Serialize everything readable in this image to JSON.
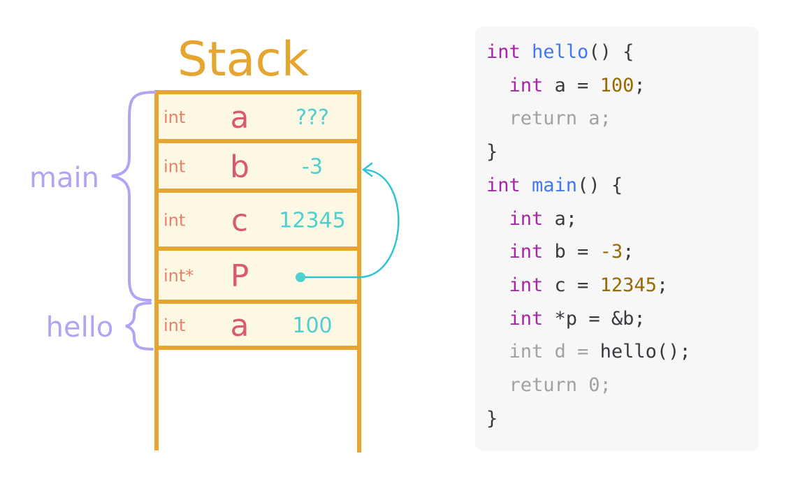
{
  "title": "Stack",
  "colors": {
    "stack": "#e6a52e",
    "cell": "#fcf8e3",
    "type": "#e8806a",
    "name": "#d9596e",
    "value": "#4fcfcf",
    "brace": "#b3a3f5",
    "arrow": "#2ec4d6"
  },
  "stack_rows": [
    {
      "type": "int",
      "name": "a",
      "value": "???"
    },
    {
      "type": "int",
      "name": "b",
      "value": "-3"
    },
    {
      "type": "int",
      "name": "c",
      "value": "12345"
    },
    {
      "type": "int*",
      "name": "P",
      "value": ""
    },
    {
      "type": "int",
      "name": "a",
      "value": "100"
    }
  ],
  "frames": {
    "main": "main",
    "hello": "hello"
  },
  "code_lines": [
    [
      {
        "t": "int ",
        "c": "kw"
      },
      {
        "t": "hello",
        "c": "fn"
      },
      {
        "t": "() {",
        "c": "tx"
      }
    ],
    [
      {
        "t": "  ",
        "c": "tx"
      },
      {
        "t": "int ",
        "c": "kw"
      },
      {
        "t": "a = ",
        "c": "tx"
      },
      {
        "t": "100",
        "c": "num"
      },
      {
        "t": ";",
        "c": "tx"
      }
    ],
    [
      {
        "t": "  return a;",
        "c": "dim"
      }
    ],
    [
      {
        "t": "}",
        "c": "tx"
      }
    ],
    [
      {
        "t": "int ",
        "c": "kw"
      },
      {
        "t": "main",
        "c": "fn"
      },
      {
        "t": "() {",
        "c": "tx"
      }
    ],
    [
      {
        "t": "  ",
        "c": "tx"
      },
      {
        "t": "int ",
        "c": "kw"
      },
      {
        "t": "a;",
        "c": "tx"
      }
    ],
    [
      {
        "t": "  ",
        "c": "tx"
      },
      {
        "t": "int ",
        "c": "kw"
      },
      {
        "t": "b = ",
        "c": "tx"
      },
      {
        "t": "-3",
        "c": "num"
      },
      {
        "t": ";",
        "c": "tx"
      }
    ],
    [
      {
        "t": "  ",
        "c": "tx"
      },
      {
        "t": "int ",
        "c": "kw"
      },
      {
        "t": "c = ",
        "c": "tx"
      },
      {
        "t": "12345",
        "c": "num"
      },
      {
        "t": ";",
        "c": "tx"
      }
    ],
    [
      {
        "t": "  ",
        "c": "tx"
      },
      {
        "t": "int ",
        "c": "kw"
      },
      {
        "t": "*p = &b;",
        "c": "tx"
      }
    ],
    [
      {
        "t": "  int d = ",
        "c": "dim"
      },
      {
        "t": "hello();",
        "c": "tx"
      }
    ],
    [
      {
        "t": "  return 0;",
        "c": "dim"
      }
    ],
    [
      {
        "t": "}",
        "c": "tx"
      }
    ]
  ]
}
